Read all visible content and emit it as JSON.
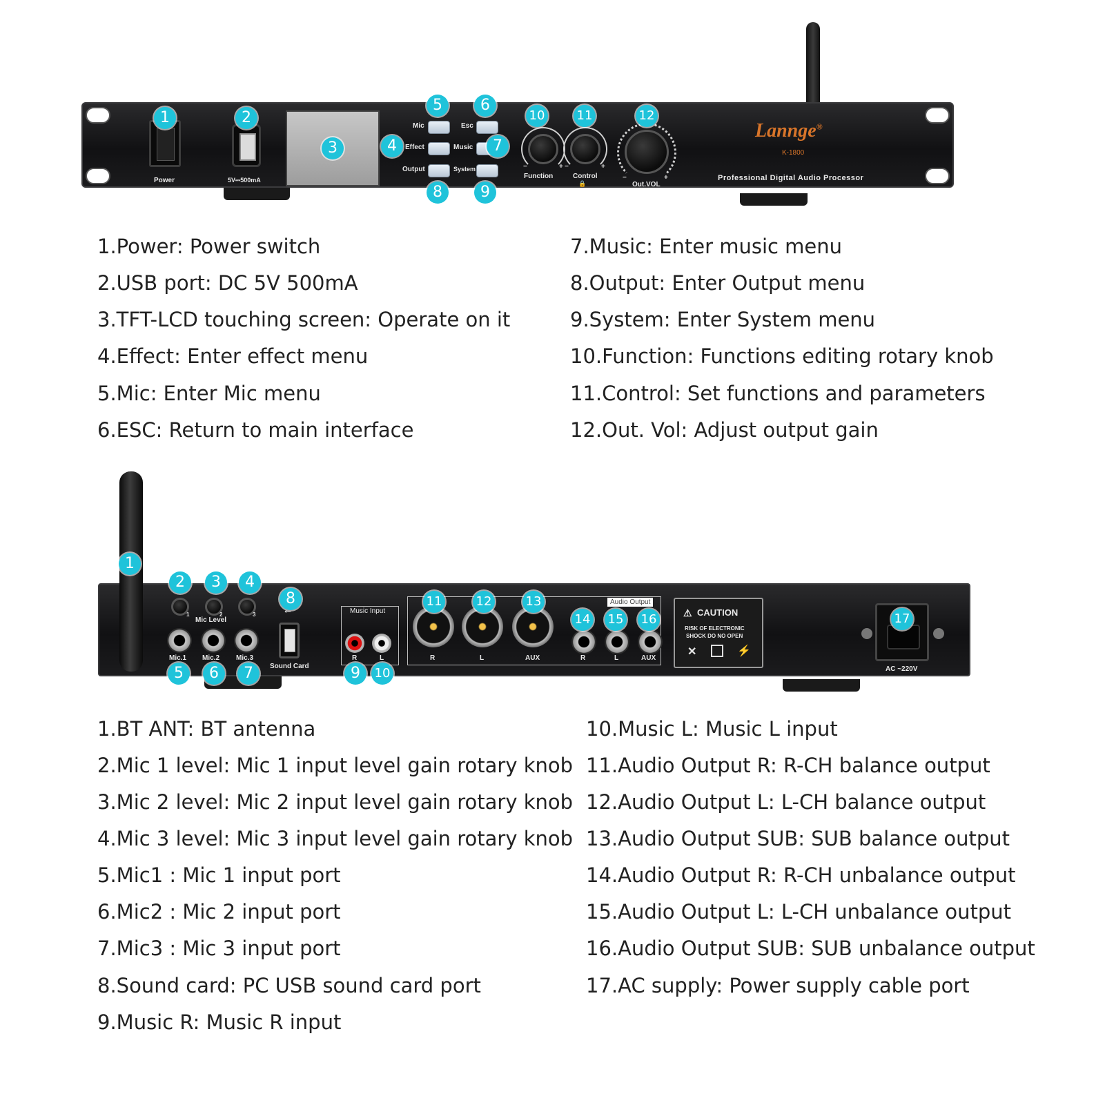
{
  "front": {
    "brand": "Lannge",
    "brand_mark": "®",
    "model": "K-1800",
    "tagline": "Professional Digital Audio Processor",
    "power_label": "Power",
    "usb_label": "5V⎓500mA",
    "button_labels": {
      "mic": "Mic",
      "effect": "Effect",
      "output": "Output",
      "esc": "Esc",
      "music": "Music",
      "system": "System"
    },
    "knob_labels": {
      "function": "Function",
      "control": "Control",
      "outvol": "Out.VOL"
    },
    "knob_sign_minus": "−",
    "knob_sign_plus": "+",
    "badges": [
      "1",
      "2",
      "3",
      "4",
      "5",
      "6",
      "7",
      "8",
      "9",
      "10",
      "11",
      "12"
    ]
  },
  "front_legend": {
    "left": [
      "1.Power: Power switch",
      "2.USB port: DC 5V 500mA",
      "3.TFT-LCD touching screen: Operate on it",
      "4.Effect: Enter effect menu",
      "5.Mic: Enter Mic menu",
      "6.ESC: Return to main interface"
    ],
    "right": [
      "7.Music: Enter music menu",
      "8.Output: Enter Output menu",
      "9.System: Enter System menu",
      "10.Function: Functions editing rotary knob",
      "11.Control: Set functions and parameters",
      "12.Out. Vol: Adjust output gain"
    ]
  },
  "rear": {
    "mic_level_label": "Mic  Level",
    "mic_level_nums": [
      "1",
      "2",
      "3"
    ],
    "mic_jack_labels": [
      "Mic.1",
      "Mic.2",
      "Mic.3"
    ],
    "sound_card_label": "Sound Card",
    "music_input_label": "Music Input",
    "music_rl": [
      "R",
      "L"
    ],
    "xlr_labels": [
      "R",
      "L",
      "AUX"
    ],
    "audio_output_label": "Audio Output",
    "trs_labels": [
      "R",
      "L",
      "AUX"
    ],
    "caution_title": "CAUTION",
    "caution_text1": "RISK OF ELECTRONIC",
    "caution_text2": "SHOCK DO NO OPEN",
    "ac_label": "AC ~220V",
    "badges": [
      "1",
      "2",
      "3",
      "4",
      "5",
      "6",
      "7",
      "8",
      "9",
      "10",
      "11",
      "12",
      "13",
      "14",
      "15",
      "16",
      "17"
    ]
  },
  "rear_legend": {
    "left": [
      "1.BT ANT: BT antenna",
      "2.Mic 1 level: Mic 1 input level gain rotary knob",
      "3.Mic 2 level: Mic 2 input level gain rotary knob",
      "4.Mic 3 level: Mic 3 input level gain rotary knob",
      "5.Mic1 : Mic 1 input port",
      "6.Mic2 : Mic 2 input port",
      "7.Mic3 : Mic 3 input port",
      "8.Sound card: PC USB sound card port",
      "9.Music R: Music R input"
    ],
    "right": [
      "10.Music L: Music L input",
      "11.Audio Output R: R-CH balance output",
      "12.Audio Output L: L-CH balance output",
      "13.Audio Output SUB: SUB balance output",
      "14.Audio Output R: R-CH unbalance output",
      "15.Audio Output L: L-CH unbalance output",
      "16.Audio Output SUB: SUB unbalance output",
      "17.AC supply: Power supply cable port"
    ]
  },
  "colors": {
    "badge": "#1fc3da",
    "brand": "#d8752a",
    "panel": "#151517"
  }
}
